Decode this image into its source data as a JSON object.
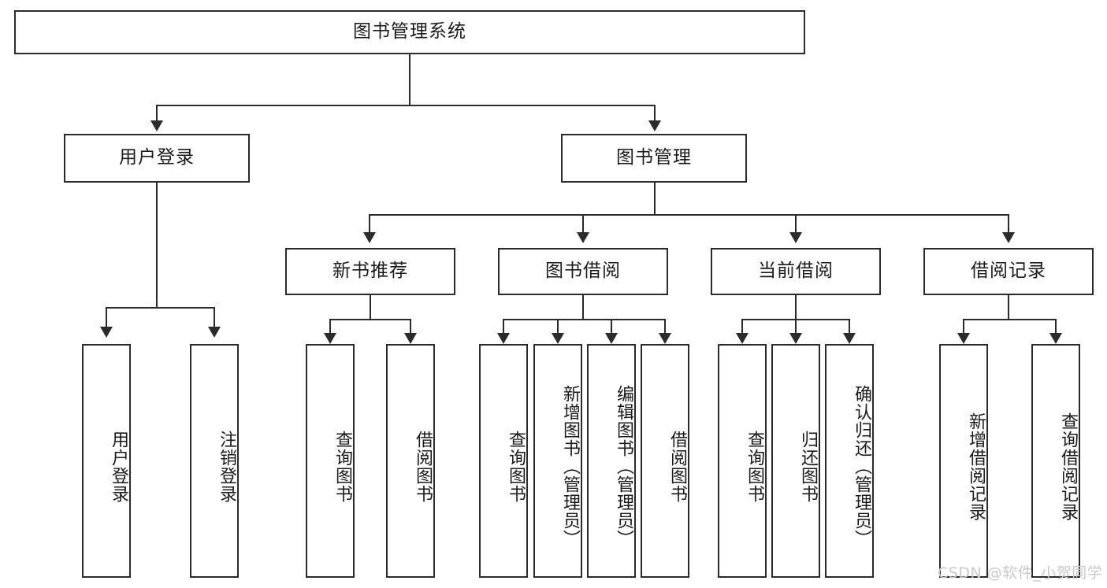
{
  "diagram": {
    "title": "图书管理系统",
    "type": "hierarchy-tree",
    "root": {
      "label": "图书管理系统"
    },
    "level2": [
      {
        "label": "用户登录"
      },
      {
        "label": "图书管理"
      }
    ],
    "level3": [
      {
        "label": "新书推荐"
      },
      {
        "label": "图书借阅"
      },
      {
        "label": "当前借阅"
      },
      {
        "label": "借阅记录"
      }
    ],
    "leaves": {
      "user_login": [
        "用户登录",
        "注销登录"
      ],
      "new_book_recommend": [
        "查询图书",
        "借阅图书"
      ],
      "book_borrow": [
        "查询图书",
        "新增图书（管理员）",
        "编辑图书（管理员）",
        "借阅图书"
      ],
      "current_borrow": [
        "查询图书",
        "归还图书",
        "确认归还（管理员）"
      ],
      "borrow_record": [
        "新增借阅记录",
        "查询借阅记录"
      ]
    }
  },
  "watermark": {
    "text": "CSDN @软件_小贺同学"
  },
  "colors": {
    "stroke": "#2b2b2b",
    "background": "#ffffff",
    "text": "#1a1a1a",
    "watermark": "#c9c9c9"
  }
}
